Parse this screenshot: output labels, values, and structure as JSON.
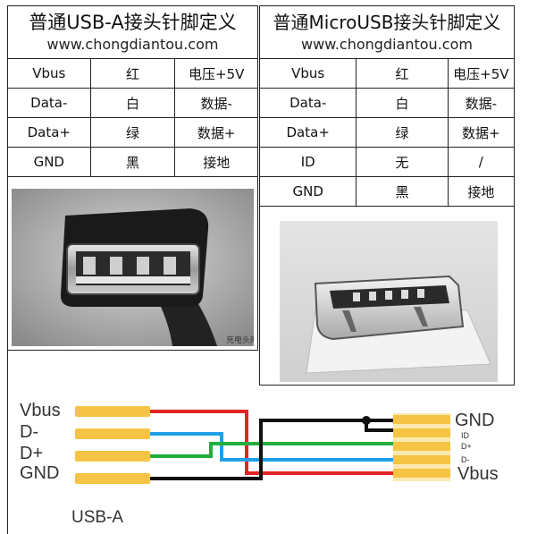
{
  "usb_a_table": {
    "title": "普通USB-A接头针脚定义",
    "url": "www.chongdiantou.com",
    "rows": [
      {
        "pin": "Vbus",
        "color": "红",
        "function": "电压+5V"
      },
      {
        "pin": "Data-",
        "color": "白",
        "function": "数据-"
      },
      {
        "pin": "Data+",
        "color": "绿",
        "function": "数据+"
      },
      {
        "pin": "GND",
        "color": "黑",
        "function": "接地"
      }
    ],
    "watermark": "充电头网"
  },
  "micro_usb_table": {
    "title": "普通MicroUSB接头针脚定义",
    "url": "www.chongdiantou.com",
    "rows": [
      {
        "pin": "Vbus",
        "color": "红",
        "function": "电压+5V"
      },
      {
        "pin": "Data-",
        "color": "白",
        "function": "数据-"
      },
      {
        "pin": "Data+",
        "color": "绿",
        "function": "数据+"
      },
      {
        "pin": "ID",
        "color": "无",
        "function": "/"
      },
      {
        "pin": "GND",
        "color": "黑",
        "function": "接地"
      }
    ]
  },
  "wiring": {
    "left_labels": [
      "Vbus",
      "D-",
      "D+",
      "GND"
    ],
    "left_caption": "USB-A",
    "right_labels": [
      "GND",
      "ID",
      "D+",
      "D-",
      "Vbus"
    ],
    "wire_colors": {
      "vbus": "#e32424",
      "d_minus": "#1ea0e6",
      "d_plus": "#1fae3f",
      "gnd": "#111111"
    },
    "pin_color": "#f6c445"
  }
}
